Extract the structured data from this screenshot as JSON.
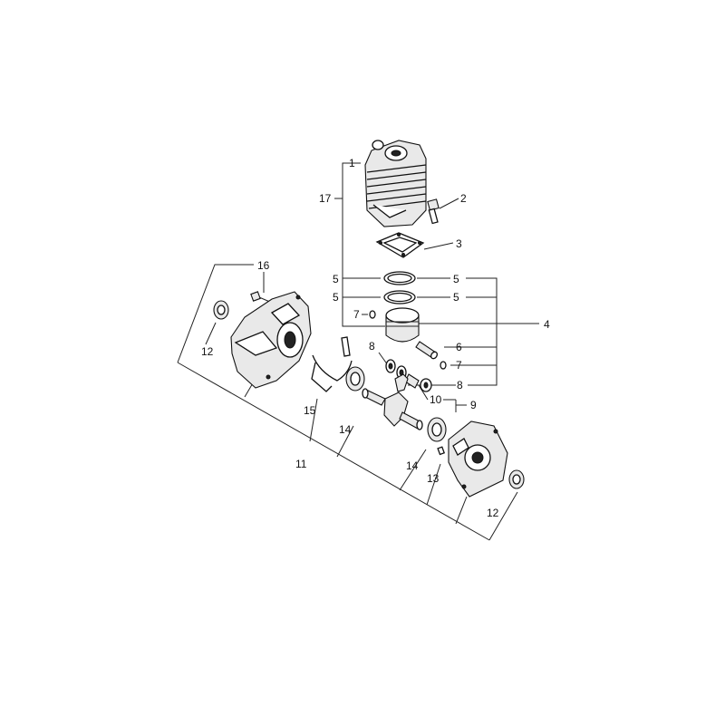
{
  "labels": {
    "l1": "1",
    "l2": "2",
    "l3": "3",
    "l4": "4",
    "l5a": "5",
    "l5b": "5",
    "l5c": "5",
    "l5d": "5",
    "l6": "6",
    "l7a": "7",
    "l7b": "7",
    "l8a": "8",
    "l8b": "8",
    "l9": "9",
    "l10": "10",
    "l11": "11",
    "l12a": "12",
    "l12b": "12",
    "l13": "13",
    "l14a": "14",
    "l14b": "14",
    "l15": "15",
    "l16": "16",
    "l17": "17"
  }
}
